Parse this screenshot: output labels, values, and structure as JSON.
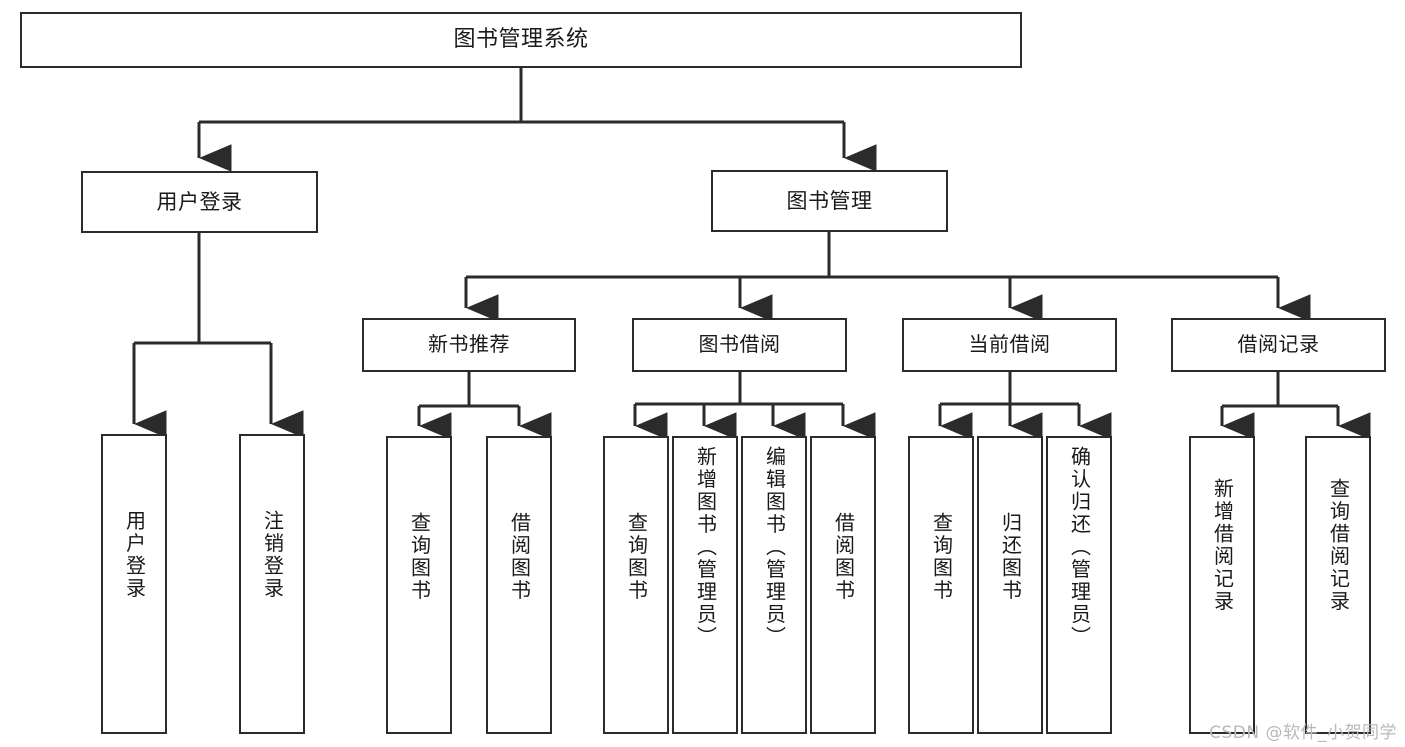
{
  "diagram": {
    "title": "图书管理系统",
    "type": "tree-hierarchy",
    "root": {
      "id": "root",
      "label": "图书管理系统"
    },
    "tier1": [
      {
        "id": "user-login",
        "label": "用户登录"
      },
      {
        "id": "book-manage",
        "label": "图书管理"
      }
    ],
    "tier2": [
      {
        "id": "new-book-recommend",
        "label": "新书推荐",
        "parent": "book-manage"
      },
      {
        "id": "book-borrow",
        "label": "图书借阅",
        "parent": "book-manage"
      },
      {
        "id": "current-borrow",
        "label": "当前借阅",
        "parent": "book-manage"
      },
      {
        "id": "borrow-record",
        "label": "借阅记录",
        "parent": "book-manage"
      }
    ],
    "leaves": [
      {
        "id": "leaf-user-login",
        "label": "用户登录",
        "parent": "user-login"
      },
      {
        "id": "leaf-user-logout",
        "label": "注销登录",
        "parent": "user-login"
      },
      {
        "id": "leaf-query-book-1",
        "label": "查询图书",
        "parent": "new-book-recommend"
      },
      {
        "id": "leaf-borrow-book-1",
        "label": "借阅图书",
        "parent": "new-book-recommend"
      },
      {
        "id": "leaf-query-book-2",
        "label": "查询图书",
        "parent": "book-borrow"
      },
      {
        "id": "leaf-add-book",
        "label": "新增图书（管理员）",
        "parent": "book-borrow"
      },
      {
        "id": "leaf-edit-book",
        "label": "编辑图书（管理员）",
        "parent": "book-borrow"
      },
      {
        "id": "leaf-borrow-book-2",
        "label": "借阅图书",
        "parent": "book-borrow"
      },
      {
        "id": "leaf-query-book-3",
        "label": "查询图书",
        "parent": "current-borrow"
      },
      {
        "id": "leaf-return-book",
        "label": "归还图书",
        "parent": "current-borrow"
      },
      {
        "id": "leaf-confirm-return",
        "label": "确认归还（管理员）",
        "parent": "current-borrow"
      },
      {
        "id": "leaf-add-record",
        "label": "新增借阅记录",
        "parent": "borrow-record"
      },
      {
        "id": "leaf-query-record",
        "label": "查询借阅记录",
        "parent": "borrow-record"
      }
    ],
    "colors": {
      "stroke": "#2b2b2b",
      "fill": "#ffffff",
      "text": "#1a1a1a",
      "watermark": "#b9b9b9"
    }
  },
  "watermark": {
    "text": "CSDN @软件_小贺同学"
  }
}
